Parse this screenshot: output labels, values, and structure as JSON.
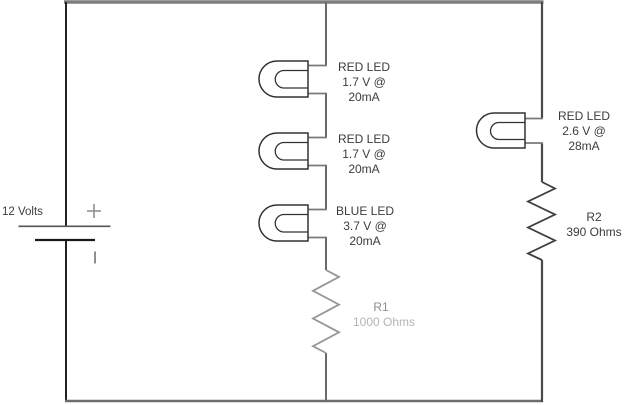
{
  "diagram": {
    "type": "circuit-schematic",
    "description": "12V battery driving two parallel LED branches"
  },
  "battery": {
    "label": "12 Volts",
    "plus_symbol": "+",
    "minus_symbol": "-"
  },
  "leds": [
    {
      "name": "RED LED",
      "voltage": "1.7 V @",
      "current": "20mA"
    },
    {
      "name": "RED LED",
      "voltage": "1.7 V @",
      "current": "20mA"
    },
    {
      "name": "BLUE LED",
      "voltage": "3.7 V @",
      "current": "20mA"
    },
    {
      "name": "RED LED",
      "voltage": "2.6 V @",
      "current": "28mA"
    }
  ],
  "resistors": [
    {
      "label": "R1",
      "value": "1000 Ohms"
    },
    {
      "label": "R2",
      "value": "390 Ohms"
    }
  ],
  "colors": {
    "background": "#ffffff",
    "top_wire": "#7d7d7d",
    "bottom_wire": "#6e6e6e",
    "left_wire": "#222222",
    "right_wire": "#4a4a4a",
    "middle_wire": "#6a6a6a",
    "led_outline": "#323232",
    "lead_wire": "#7a7a7a",
    "r1_zigzag": "#969696",
    "r1_label": "#8d8d8d",
    "r1_value": "#b4b4b4",
    "r2_zigzag": "#3e3e3e",
    "text": "#3c3c3c",
    "battery_terminal_symbols": "#8f8f8f"
  }
}
